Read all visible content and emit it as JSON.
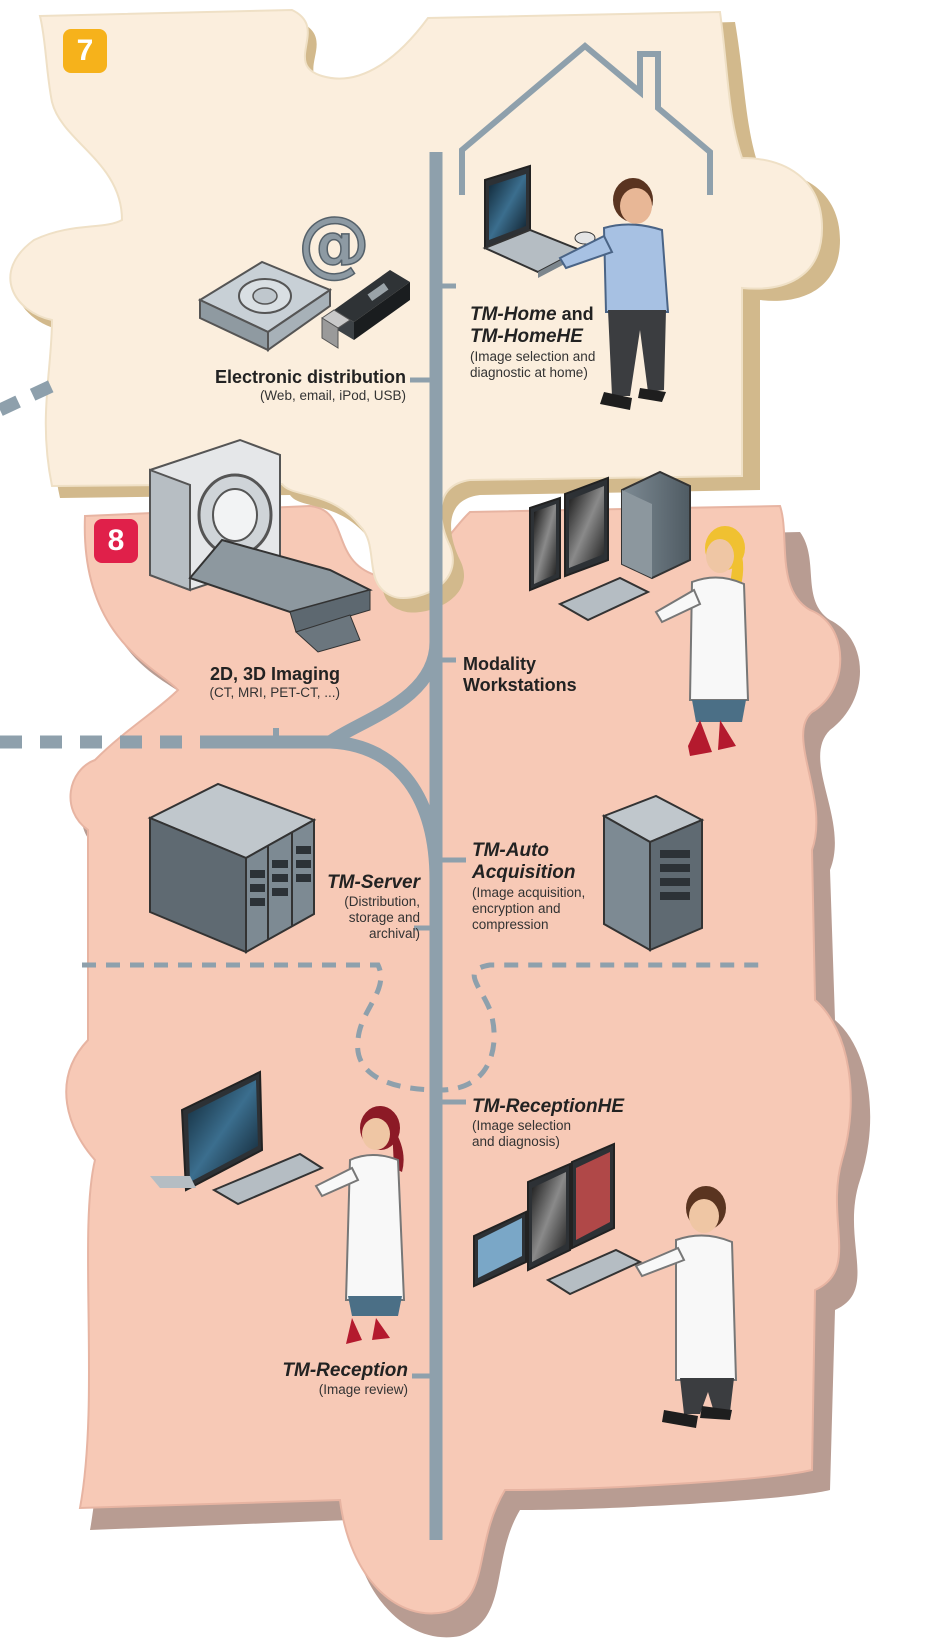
{
  "colors": {
    "piece7_fill": "#fbeedd",
    "piece7_edge": "#d2b98c",
    "piece8_fill": "#f7c9b6",
    "piece8_edge": "#b89c92",
    "network_line": "#8ea0ac",
    "badge7": "#f6b21b",
    "badge8": "#e0204a"
  },
  "badges": {
    "step7": "7",
    "step8": "8"
  },
  "labels": {
    "electronic_distribution": {
      "title": "Electronic distribution",
      "sub": "(Web, email, iPod, USB)"
    },
    "tm_home": {
      "title_part1": "TM-Home",
      "title_and": " and",
      "title_part2": "TM-HomeHE",
      "sub1": "(Image selection and",
      "sub2": "diagnostic at home)"
    },
    "imaging": {
      "title": "2D, 3D Imaging",
      "sub": "(CT, MRI, PET-CT, ...)"
    },
    "modality": {
      "line1": "Modality",
      "line2": "Workstations"
    },
    "tm_server": {
      "title": "TM-Server",
      "sub1": "(Distribution,",
      "sub2": "storage and",
      "sub3": "archival)"
    },
    "tm_auto": {
      "title1": "TM-Auto",
      "title2": "Acquisition",
      "sub1": "(Image acquisition,",
      "sub2": "encryption and",
      "sub3": "compression"
    },
    "tm_receptionhe": {
      "title": "TM-ReceptionHE",
      "sub1": "(Image selection",
      "sub2": "and diagnosis)"
    },
    "tm_reception": {
      "title": "TM-Reception",
      "sub": "(Image review)"
    }
  },
  "icons": [
    "at-sign-icon",
    "ipod-icon",
    "usb-stick-icon",
    "house-outline-icon",
    "laptop-icon",
    "doctor-icon",
    "ct-scanner-icon",
    "workstation-monitors-icon",
    "server-rack-icon",
    "server-tower-icon",
    "reception-monitor-icon",
    "reception-he-monitors-icon"
  ]
}
